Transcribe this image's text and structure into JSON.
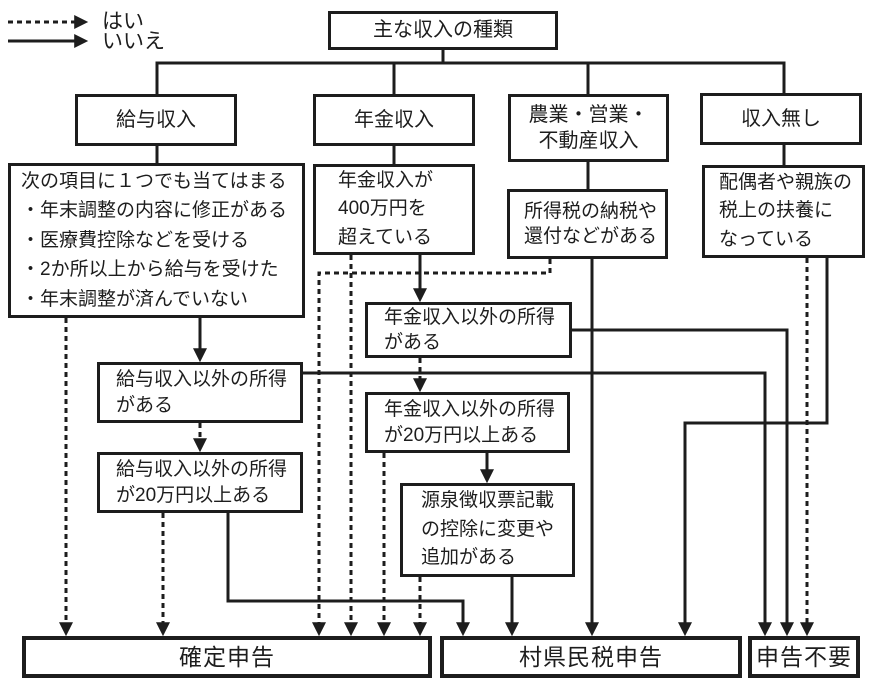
{
  "colors": {
    "ink": "#1d1d1d",
    "paper": "#ffffff"
  },
  "flow": {
    "legend": {
      "yes": "はい",
      "no": "いいえ"
    },
    "title": "主な収入の種類",
    "income_types": {
      "salary": "給与収入",
      "pension": "年金収入",
      "business": "農業・営業・\n不動産収入",
      "none": "収入無し"
    },
    "questions": {
      "salary_check": {
        "heading": "次の項目に１つでも当てはまる",
        "items": [
          "・年末調整の内容に修正がある",
          "・医療費控除などを受ける",
          "・2か所以上から給与を受けた",
          "・年末調整が済んでいない"
        ]
      },
      "pension_over_4m": "年金収入が\n400万円を\n超えている",
      "income_tax_due": "所得税の納税や\n還付などがある",
      "dependent": "配偶者や親族の\n税上の扶養に\nなっている",
      "pension_other_income": "年金収入以外の所得\nがある",
      "salary_other_income": "給与収入以外の所得\nがある",
      "pension_other_over_200k": "年金収入以外の所得\nが20万円以上ある",
      "salary_other_over_200k": "給与収入以外の所得\nが20万円以上ある",
      "withholding_changes": "源泉徴収票記載\nの控除に変更や\n追加がある"
    },
    "outcomes": {
      "final_return": "確定申告",
      "resident_tax_return": "村県民税申告",
      "no_return_needed": "申告不要"
    }
  }
}
